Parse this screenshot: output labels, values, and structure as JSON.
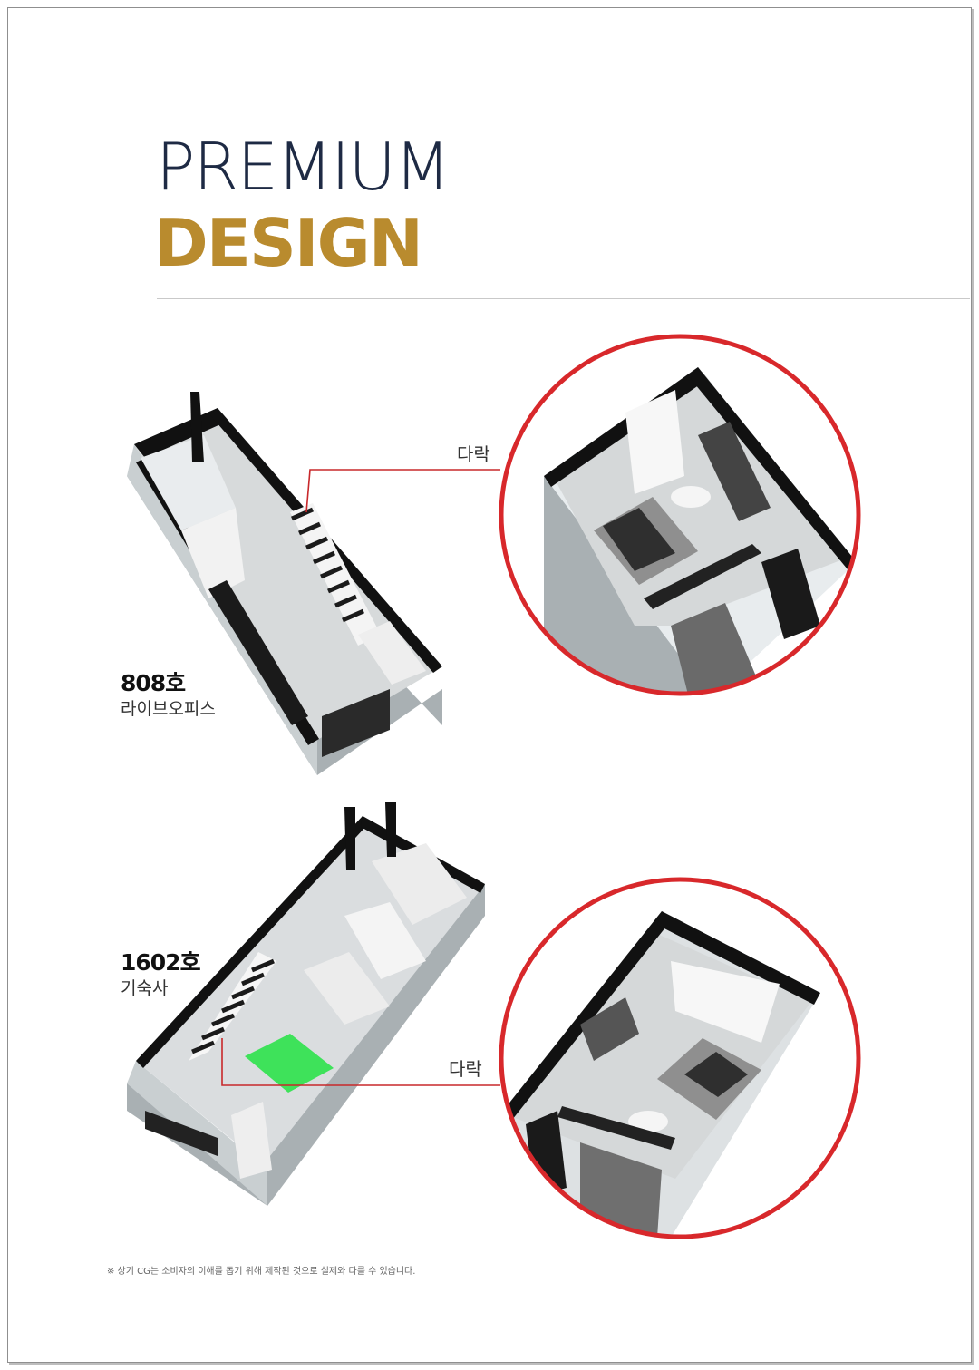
{
  "header": {
    "line1": "PREMIUM",
    "line2": "DESIGN"
  },
  "units": [
    {
      "number": "808호",
      "type": "라이브오피스",
      "callout": "다락"
    },
    {
      "number": "1602호",
      "type": "기숙사",
      "callout": "다락"
    }
  ],
  "footnote": "※ 상기 CG는 소비자의 이해를 돕기 위해 제작된 것으로 실제와 다를 수 있습니다.",
  "colors": {
    "navy": "#1e2a44",
    "gold": "#b98b2e",
    "red": "#d8282b",
    "green": "#3ee25a"
  }
}
